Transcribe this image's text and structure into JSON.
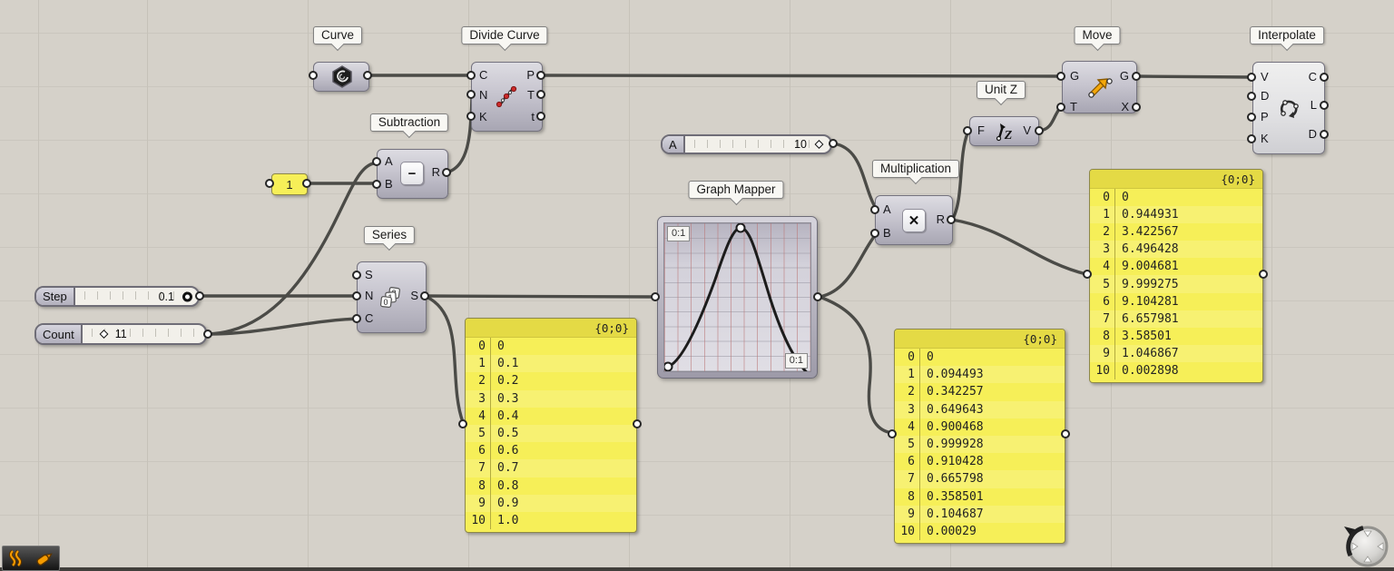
{
  "app": "Grasshopper canvas",
  "colors": {
    "canvas_bg": "#d5d1c9",
    "wire": "#4b4b47",
    "panel_yellow": "#f6ef58",
    "accent_orange": "#f39000"
  },
  "tags": {
    "curve": "Curve",
    "divide_curve": "Divide Curve",
    "subtraction": "Subtraction",
    "series": "Series",
    "graph_mapper": "Graph Mapper",
    "unit_z": "Unit Z",
    "multiplication": "Multiplication",
    "move": "Move",
    "interpolate": "Interpolate"
  },
  "components": {
    "divide_curve": {
      "inputs": [
        "C",
        "N",
        "K"
      ],
      "outputs": [
        "P",
        "T",
        "t"
      ]
    },
    "subtraction": {
      "inputs": [
        "A",
        "B"
      ],
      "outputs": [
        "R"
      ],
      "op": "−"
    },
    "series": {
      "inputs": [
        "S",
        "N",
        "C"
      ],
      "outputs": [
        "S"
      ]
    },
    "multiplication": {
      "inputs": [
        "A",
        "B"
      ],
      "outputs": [
        "R"
      ],
      "op": "✕"
    },
    "unit_z": {
      "inputs": [
        "F"
      ],
      "outputs": [
        "V"
      ],
      "icon_letter": "Z"
    },
    "move": {
      "inputs": [
        "G",
        "T"
      ],
      "outputs": [
        "G",
        "X"
      ]
    },
    "interpolate": {
      "inputs": [
        "V",
        "D",
        "P",
        "K"
      ],
      "outputs": [
        "C",
        "L",
        "D"
      ]
    }
  },
  "sliders": {
    "step": {
      "label": "Step",
      "value": "0.1",
      "knob": "circle"
    },
    "count": {
      "label": "Count",
      "value": "11",
      "knob": "diamond"
    },
    "a": {
      "label": "A",
      "value": "10",
      "knob": "diamond"
    }
  },
  "value_panel": {
    "text": "1"
  },
  "graph_mapper": {
    "type": "bezier",
    "domain_top": "0:1",
    "domain_bottom": "0:1"
  },
  "panels": {
    "series_out": {
      "header": "{0;0}",
      "rows": [
        [
          "0",
          "0"
        ],
        [
          "1",
          "0.1"
        ],
        [
          "2",
          "0.2"
        ],
        [
          "3",
          "0.3"
        ],
        [
          "4",
          "0.4"
        ],
        [
          "5",
          "0.5"
        ],
        [
          "6",
          "0.6"
        ],
        [
          "7",
          "0.7"
        ],
        [
          "8",
          "0.8"
        ],
        [
          "9",
          "0.9"
        ],
        [
          "10",
          "1.0"
        ]
      ]
    },
    "graph_out": {
      "header": "{0;0}",
      "rows": [
        [
          "0",
          "0"
        ],
        [
          "1",
          "0.094493"
        ],
        [
          "2",
          "0.342257"
        ],
        [
          "3",
          "0.649643"
        ],
        [
          "4",
          "0.900468"
        ],
        [
          "5",
          "0.999928"
        ],
        [
          "6",
          "0.910428"
        ],
        [
          "7",
          "0.665798"
        ],
        [
          "8",
          "0.358501"
        ],
        [
          "9",
          "0.104687"
        ],
        [
          "10",
          "0.00029"
        ]
      ]
    },
    "mult_out": {
      "header": "{0;0}",
      "rows": [
        [
          "0",
          "0"
        ],
        [
          "1",
          "0.944931"
        ],
        [
          "2",
          "3.422567"
        ],
        [
          "3",
          "6.496428"
        ],
        [
          "4",
          "9.004681"
        ],
        [
          "5",
          "9.999275"
        ],
        [
          "6",
          "9.104281"
        ],
        [
          "7",
          "6.657981"
        ],
        [
          "8",
          "3.58501"
        ],
        [
          "9",
          "1.046867"
        ],
        [
          "10",
          "0.002898"
        ]
      ]
    }
  }
}
